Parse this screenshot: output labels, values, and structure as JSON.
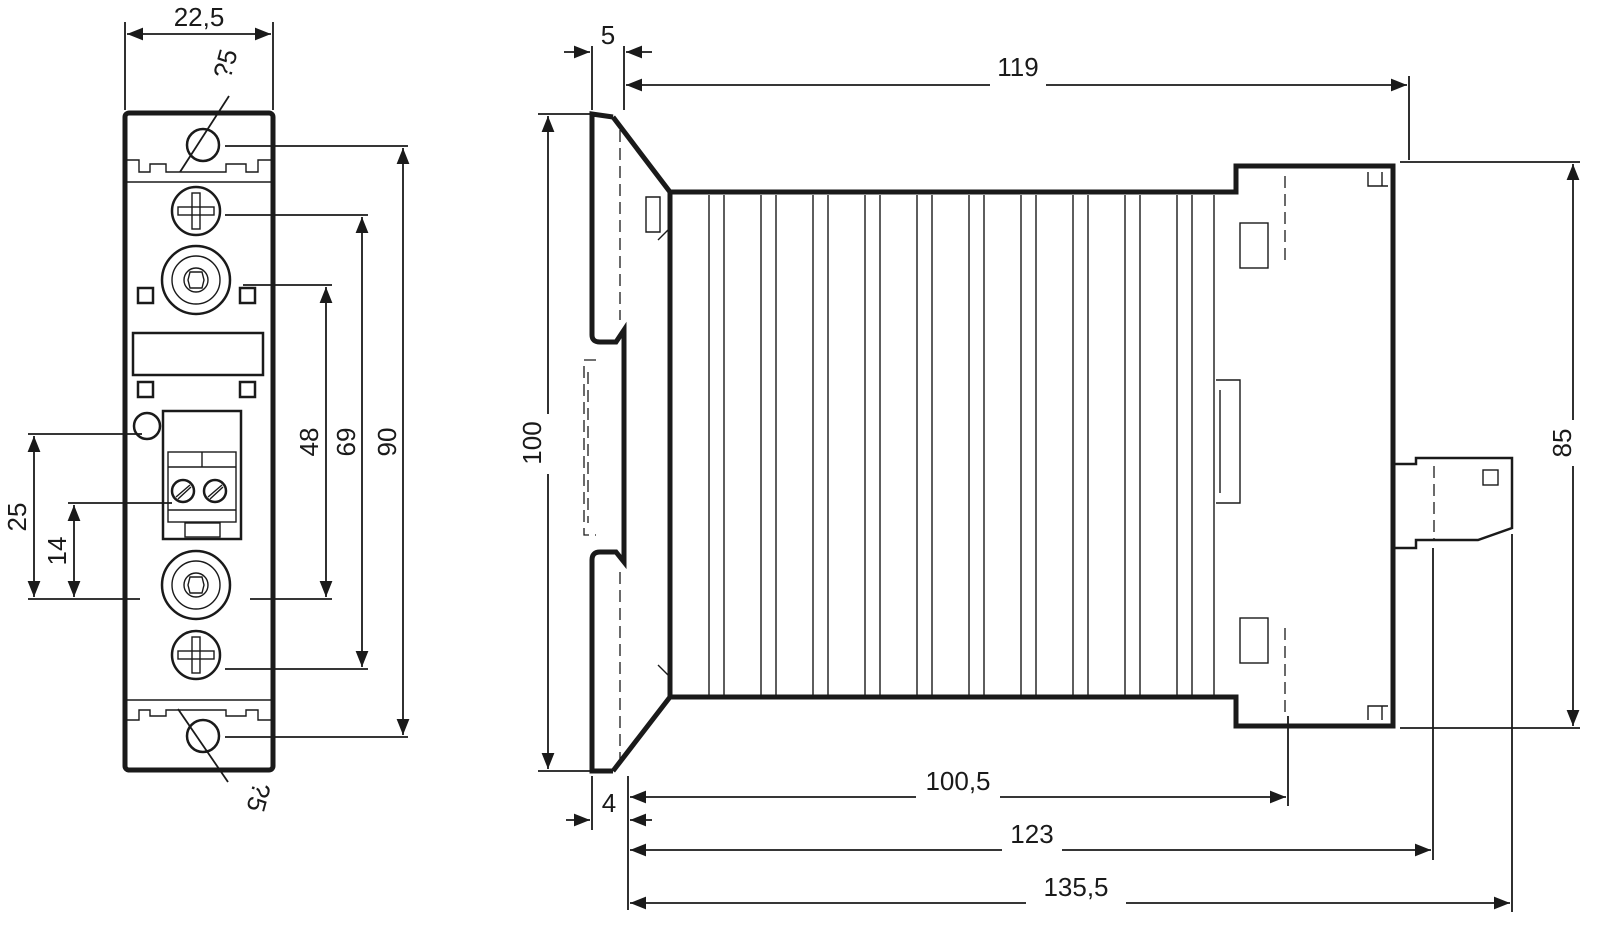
{
  "front_view": {
    "width_label": "22,5",
    "screw_top_label": "?5",
    "screw_bottom_label": "?5",
    "dim_48": "48",
    "dim_69": "69",
    "dim_90": "90",
    "dim_25": "25",
    "dim_14": "14"
  },
  "side_view": {
    "dim_5": "5",
    "dim_119": "119",
    "dim_100": "100",
    "dim_85": "85",
    "dim_4": "4",
    "dim_100_5": "100,5",
    "dim_123": "123",
    "dim_135_5": "135,5"
  },
  "colors": {
    "line": "#1a1a1a",
    "background": "#ffffff"
  }
}
